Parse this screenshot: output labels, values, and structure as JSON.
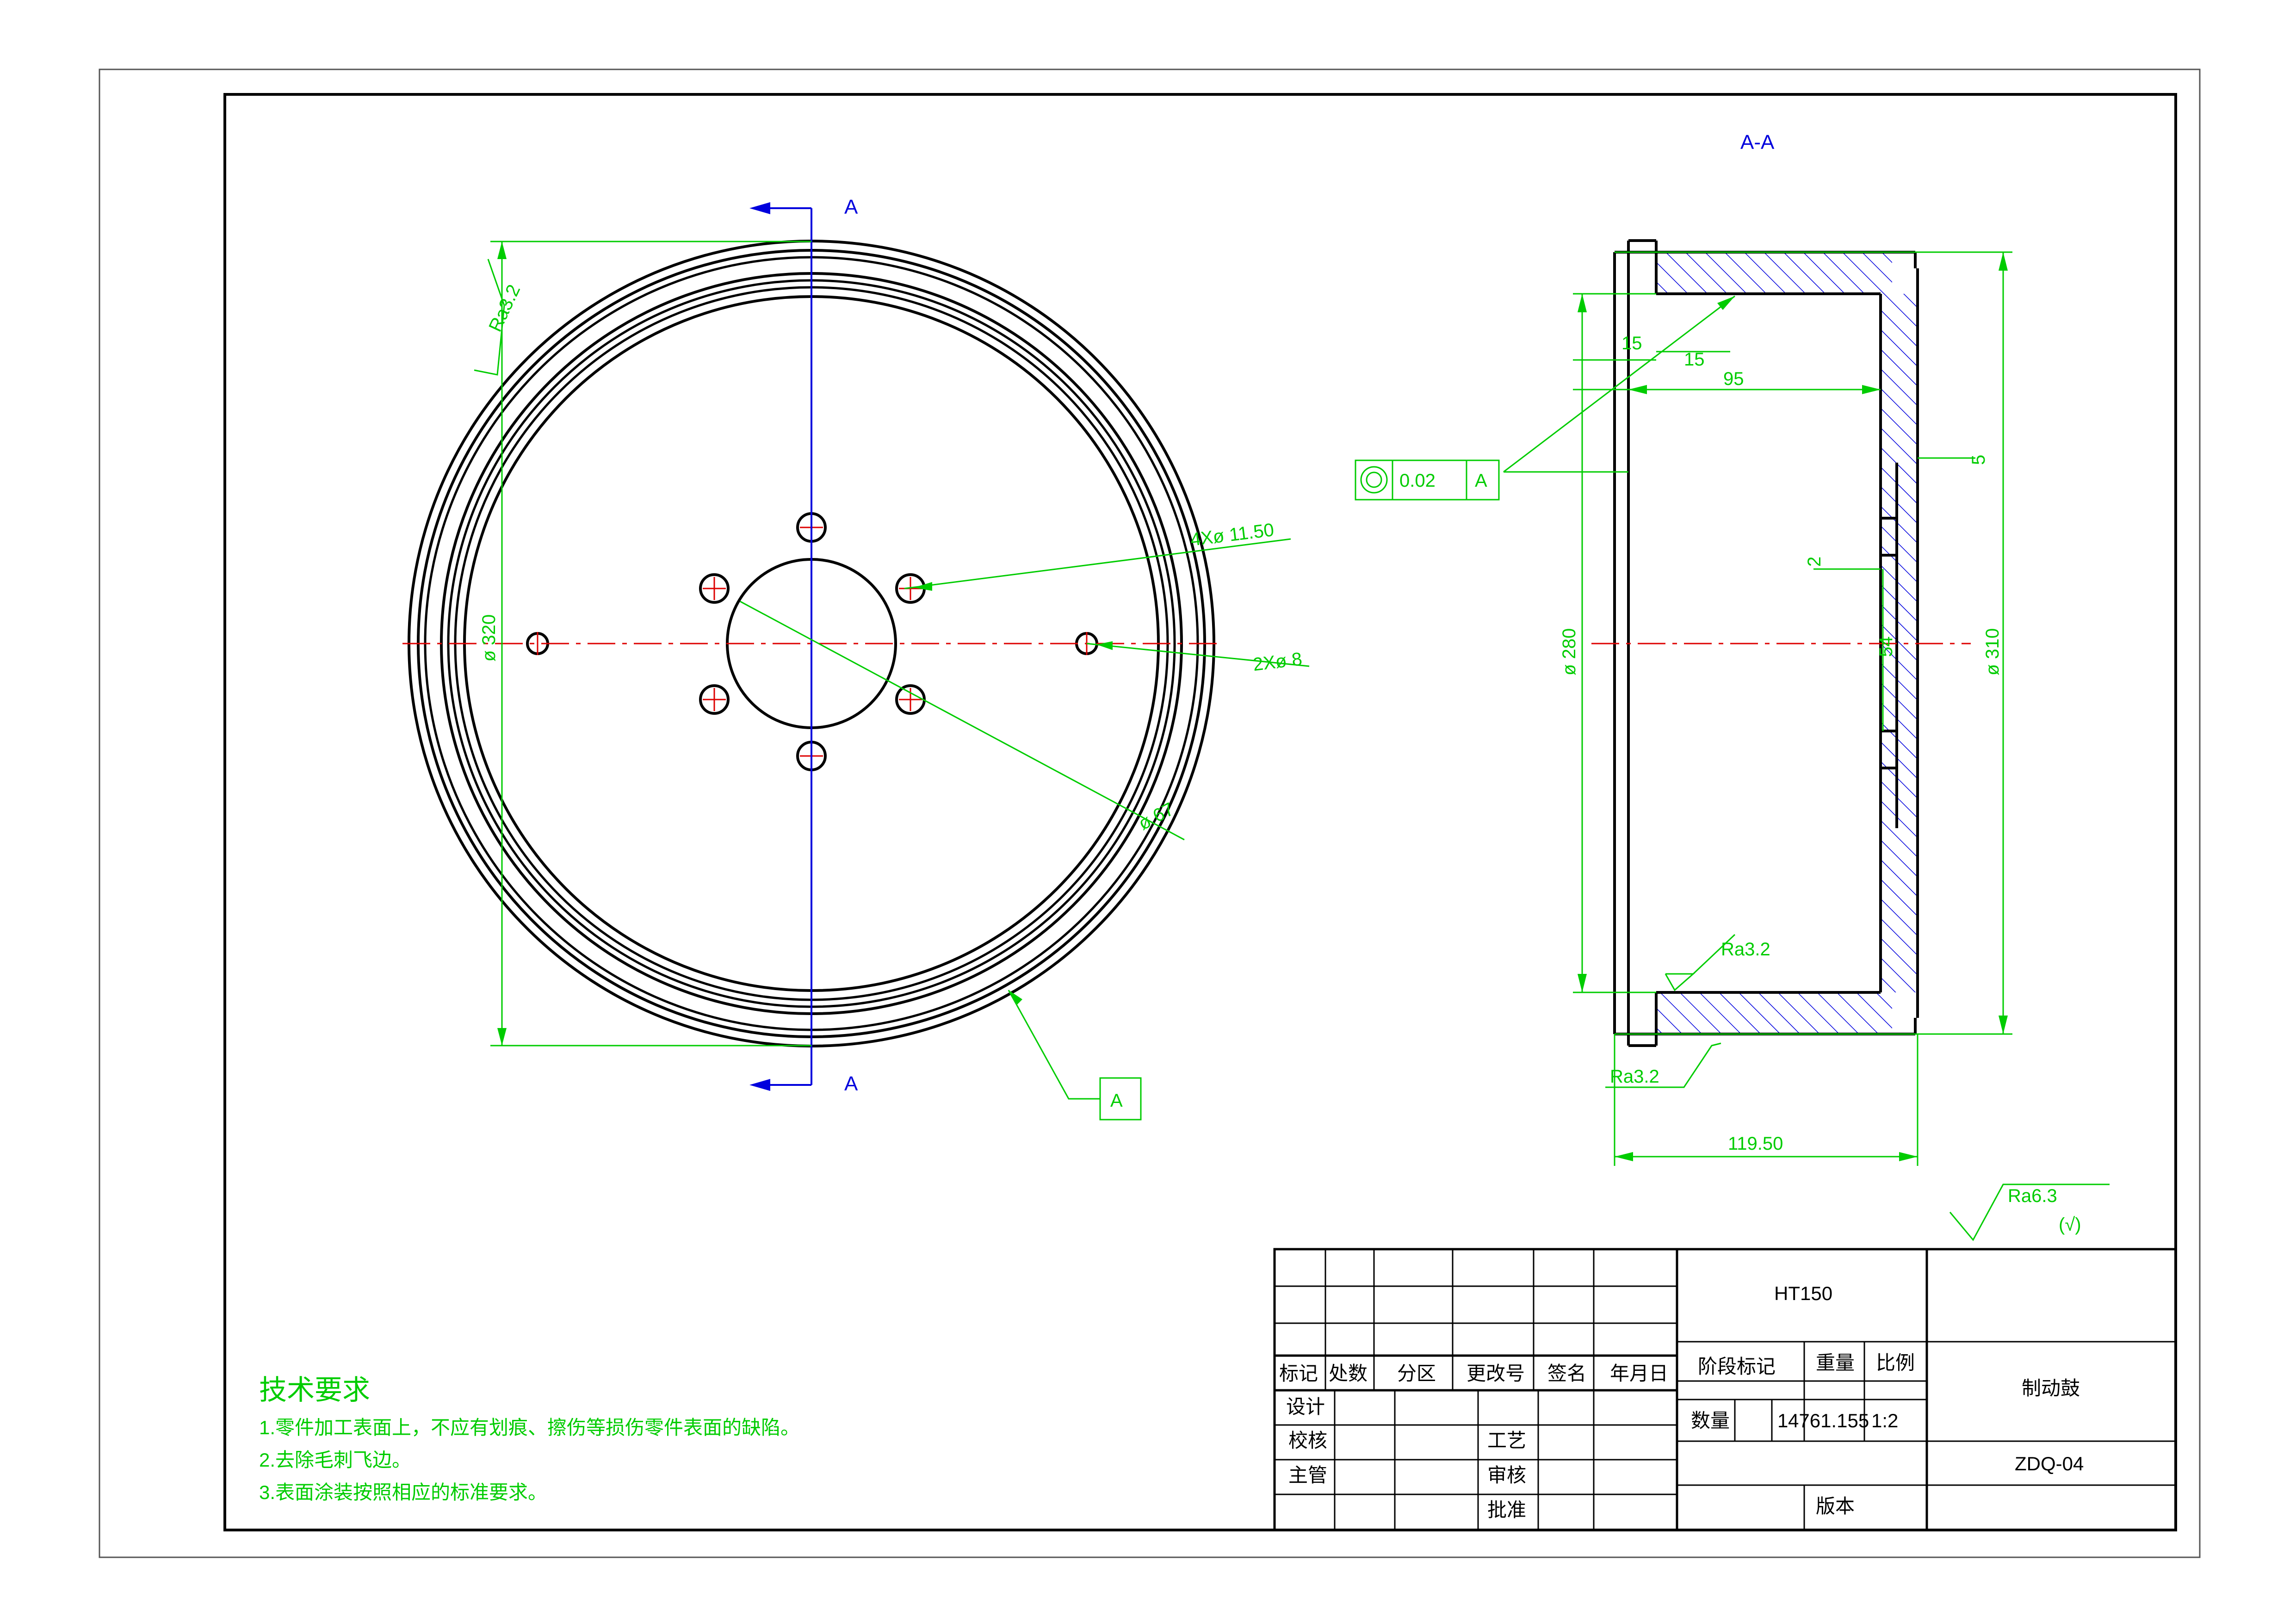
{
  "colors": {
    "outline": "#000000",
    "dimension": "#00cc00",
    "centerline": "#dd0000",
    "section": "#0000dd",
    "border": "#555555"
  },
  "front_view": {
    "section_mark_top": "A",
    "section_mark_bottom": "A",
    "dim_outer_diameter": "ø 320",
    "dim_roughness": "Ra3.2",
    "dim_bolt_holes": "4Xø 11.50",
    "dim_pin_holes": "2Xø 8",
    "dim_center_bore": "ø 67",
    "datum_label": "A"
  },
  "section_view": {
    "title": "A-A",
    "dim_15a": "15",
    "dim_15b": "15",
    "dim_95": "95",
    "dim_5": "5",
    "dim_2": "2",
    "dim_54": "54",
    "dim_bore": "ø 280",
    "dim_od": "ø 310",
    "dim_width": "119.50",
    "roughness_inner": "Ra3.2",
    "roughness_face": "Ra3.2",
    "tolerance_value": "0.02",
    "tolerance_datum": "A"
  },
  "general_roughness": {
    "value": "Ra6.3",
    "suffix": "(√)"
  },
  "tech_requirements": {
    "title": "技术要求",
    "items": [
      "1.零件加工表面上，不应有划痕、擦伤等损伤零件表面的缺陷。",
      "2.去除毛刺飞边。",
      "3.表面涂装按照相应的标准要求。"
    ]
  },
  "title_block": {
    "material": "HT150",
    "part_name": "制动鼓",
    "drawing_no": "ZDQ-04",
    "h_mark": "标记",
    "h_count": "处数",
    "h_zone": "分区",
    "h_change": "更改号",
    "h_sign": "签名",
    "h_date": "年月日",
    "stage_mark": "阶段标记",
    "weight": "重量",
    "scale": "比例",
    "design": "设计",
    "check": "校核",
    "supervisor": "主管",
    "process": "工艺",
    "review": "审核",
    "approve": "批准",
    "quantity": "数量",
    "quantity_val": "1",
    "weight_val": "4761.155",
    "scale_val": "1:2",
    "version": "版本"
  }
}
